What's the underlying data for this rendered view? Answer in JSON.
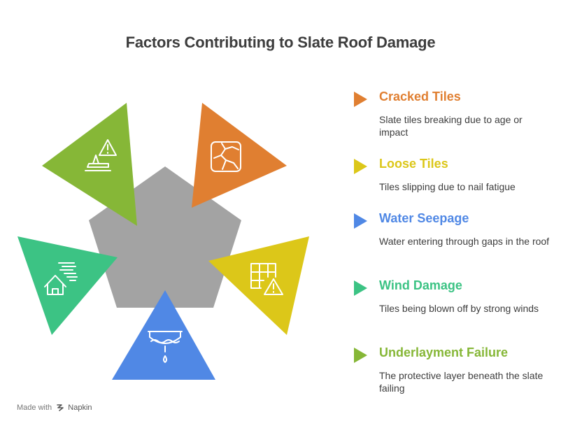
{
  "title": "Factors Contributing to Slate Roof Damage",
  "colors": {
    "center": "#a3a3a3",
    "cracked": "#e07f31",
    "loose": "#dcc719",
    "water": "#5088e5",
    "wind": "#3cc384",
    "underlayment": "#86b737"
  },
  "factors": [
    {
      "label": "Cracked Tiles",
      "description": "Slate tiles breaking due to age or impact",
      "color": "#e07f31",
      "icon": "cracked-tile-icon"
    },
    {
      "label": "Loose Tiles",
      "description": "Tiles slipping due to nail fatigue",
      "color": "#dcc719",
      "icon": "tile-grid-warning-icon"
    },
    {
      "label": "Water Seepage",
      "description": "Water entering through gaps in the roof",
      "color": "#5088e5",
      "icon": "water-drip-icon"
    },
    {
      "label": "Wind Damage",
      "description": "Tiles being blown off by strong winds",
      "color": "#3cc384",
      "icon": "house-wind-icon"
    },
    {
      "label": "Underlayment Failure",
      "description": "The protective layer beneath the slate failing",
      "color": "#86b737",
      "icon": "layer-warning-icon"
    }
  ],
  "footer": {
    "prefix": "Made with",
    "brand": "Napkin"
  }
}
